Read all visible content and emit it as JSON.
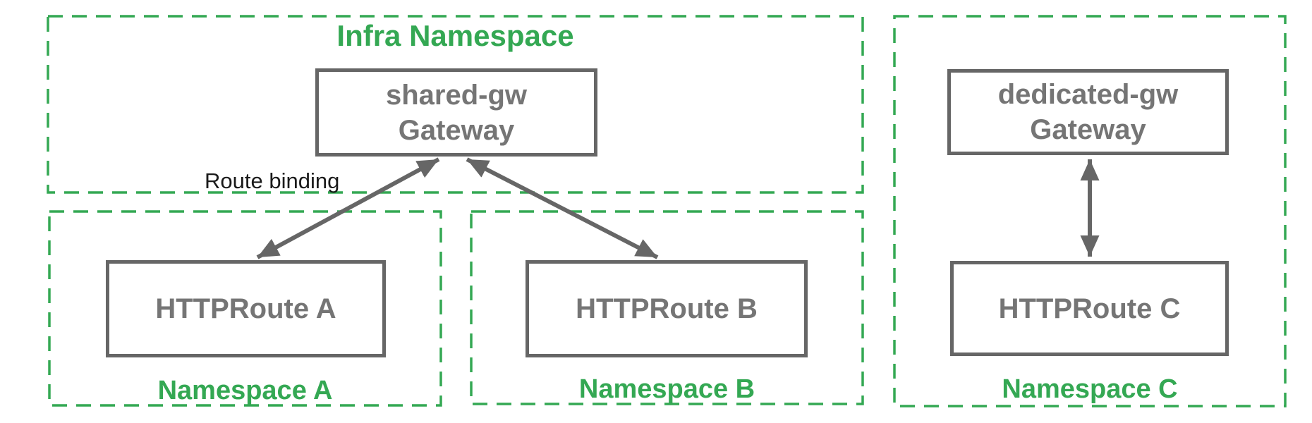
{
  "diagram": {
    "infra": {
      "label": "Infra Namespace",
      "gateway_line1": "shared-gw",
      "gateway_line2": "Gateway"
    },
    "ns_a": {
      "label": "Namespace A",
      "route": "HTTPRoute A"
    },
    "ns_b": {
      "label": "Namespace B",
      "route": "HTTPRoute B"
    },
    "ns_c": {
      "label": "Namespace C",
      "gateway_line1": "dedicated-gw",
      "gateway_line2": "Gateway",
      "route": "HTTPRoute C"
    },
    "annotation_route_binding": "Route binding"
  },
  "colors": {
    "green": "#34A853",
    "gray_border": "#666666",
    "gray_text": "#757575",
    "annotation_black": "#1a1a1a",
    "background": "#ffffff"
  }
}
